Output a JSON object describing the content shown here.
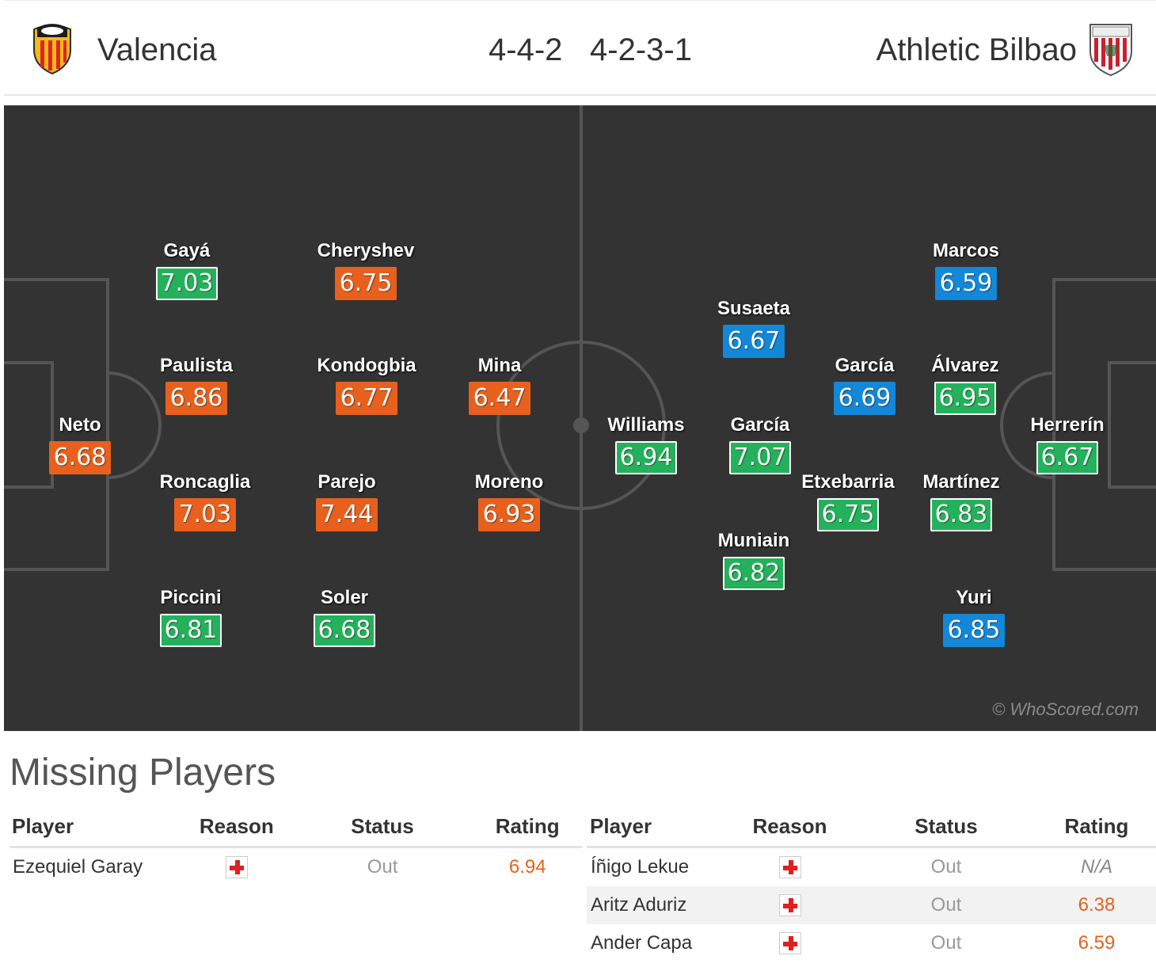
{
  "header": {
    "home_team": "Valencia",
    "home_formation": "4-4-2",
    "away_formation": "4-2-3-1",
    "away_team": "Athletic Bilbao"
  },
  "colors": {
    "pitch": "#333333",
    "rating_orange": "#e8601d",
    "rating_green": "#24b15b",
    "rating_blue": "#1387d8"
  },
  "pitch": {
    "watermark": "© WhoScored.com",
    "home_players": [
      {
        "name": "Neto",
        "rating": "6.68",
        "color": "orange"
      },
      {
        "name": "Gayá",
        "rating": "7.03",
        "color": "green"
      },
      {
        "name": "Paulista",
        "rating": "6.86",
        "color": "orange"
      },
      {
        "name": "Roncaglia",
        "rating": "7.03",
        "color": "orange"
      },
      {
        "name": "Piccini",
        "rating": "6.81",
        "color": "green"
      },
      {
        "name": "Cheryshev",
        "rating": "6.75",
        "color": "orange"
      },
      {
        "name": "Kondogbia",
        "rating": "6.77",
        "color": "orange"
      },
      {
        "name": "Parejo",
        "rating": "7.44",
        "color": "orange"
      },
      {
        "name": "Soler",
        "rating": "6.68",
        "color": "green"
      },
      {
        "name": "Mina",
        "rating": "6.47",
        "color": "orange"
      },
      {
        "name": "Moreno",
        "rating": "6.93",
        "color": "orange"
      }
    ],
    "away_players": [
      {
        "name": "Williams",
        "rating": "6.94",
        "color": "green"
      },
      {
        "name": "Susaeta",
        "rating": "6.67",
        "color": "blue"
      },
      {
        "name": "García",
        "rating": "7.07",
        "color": "green"
      },
      {
        "name": "Muniain",
        "rating": "6.82",
        "color": "green"
      },
      {
        "name": "García",
        "rating": "6.69",
        "color": "blue"
      },
      {
        "name": "Etxebarria",
        "rating": "6.75",
        "color": "green"
      },
      {
        "name": "Marcos",
        "rating": "6.59",
        "color": "blue"
      },
      {
        "name": "Álvarez",
        "rating": "6.95",
        "color": "green"
      },
      {
        "name": "Martínez",
        "rating": "6.83",
        "color": "green"
      },
      {
        "name": "Yuri",
        "rating": "6.85",
        "color": "blue"
      },
      {
        "name": "Herrerín",
        "rating": "6.67",
        "color": "green"
      }
    ]
  },
  "missing": {
    "title": "Missing Players",
    "columns": [
      "Player",
      "Reason",
      "Status",
      "Rating"
    ],
    "home": [
      {
        "player": "Ezequiel Garay",
        "reason_icon": "injury-icon",
        "status": "Out",
        "rating": "6.94"
      }
    ],
    "away": [
      {
        "player": "Íñigo Lekue",
        "reason_icon": "injury-icon",
        "status": "Out",
        "rating": "N/A"
      },
      {
        "player": "Aritz Aduriz",
        "reason_icon": "injury-icon",
        "status": "Out",
        "rating": "6.38"
      },
      {
        "player": "Ander Capa",
        "reason_icon": "injury-icon",
        "status": "Out",
        "rating": "6.59"
      }
    ]
  }
}
